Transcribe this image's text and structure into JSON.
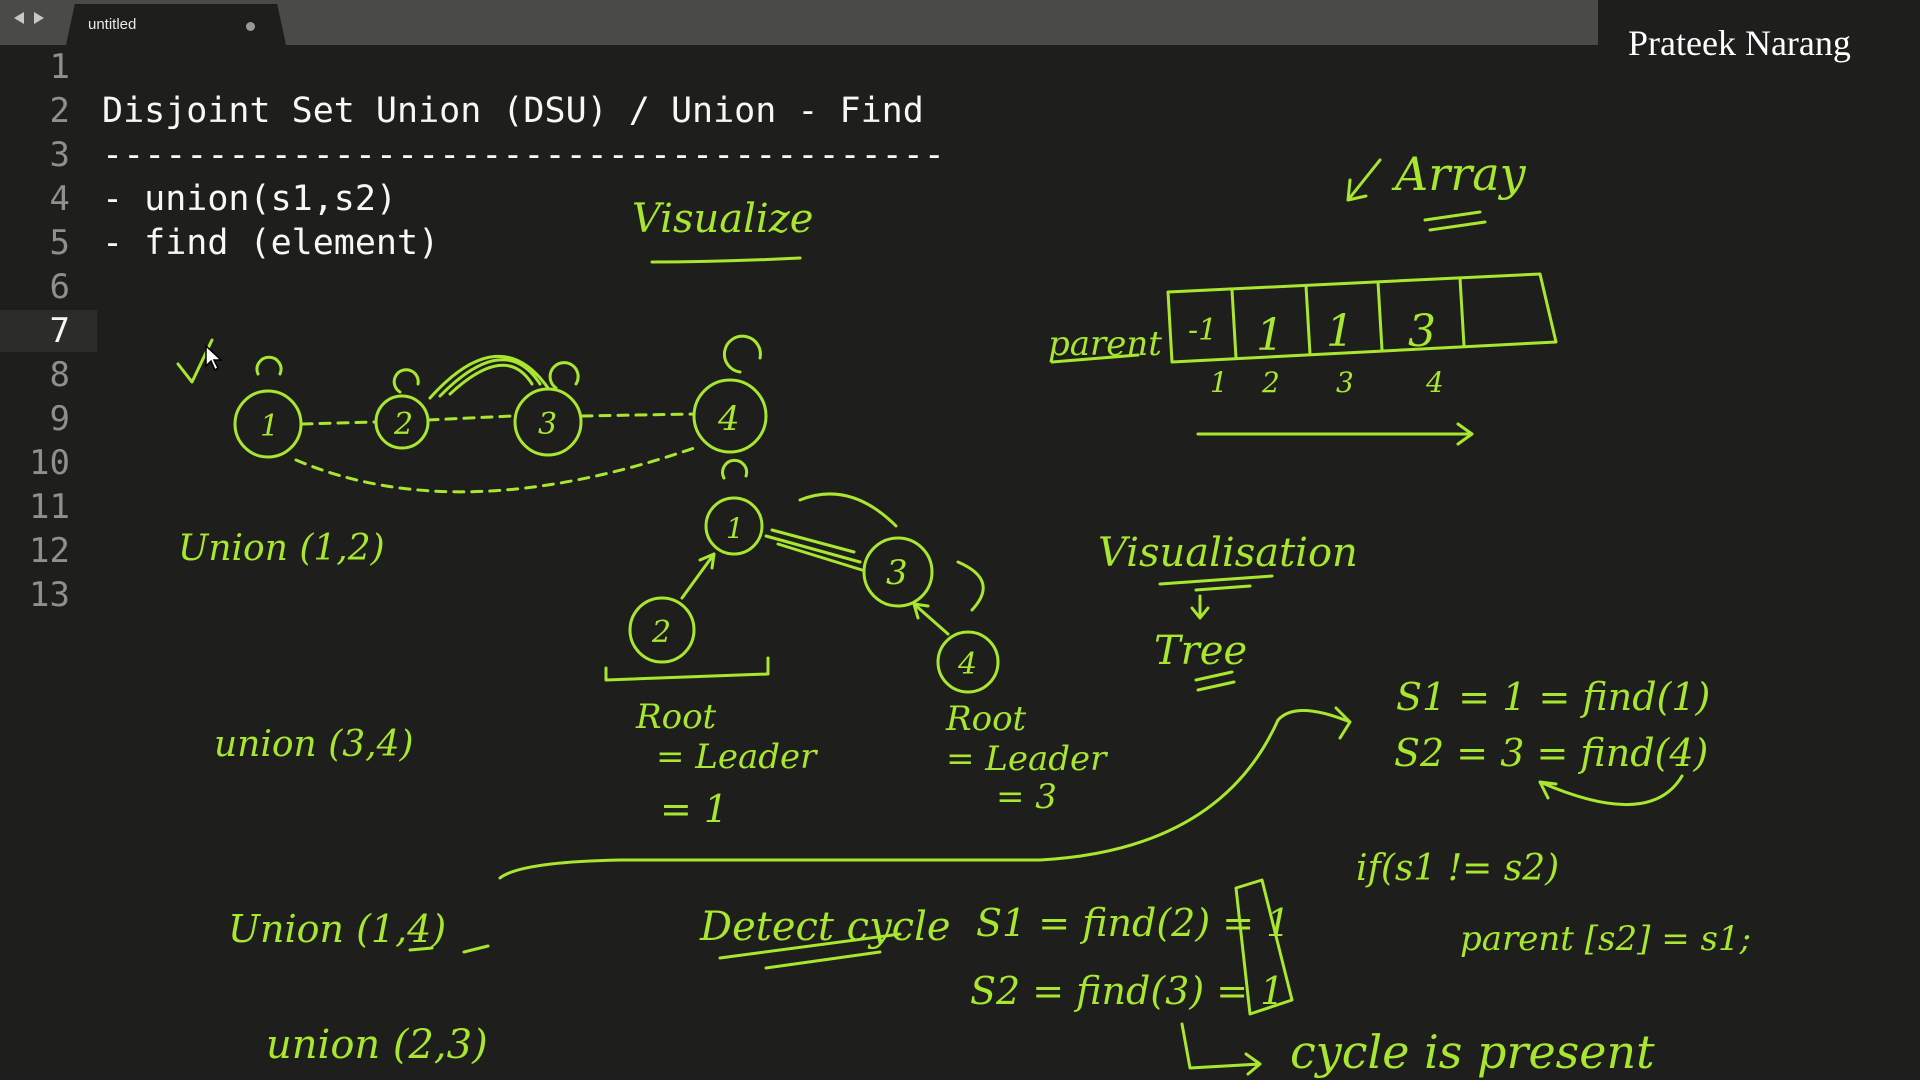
{
  "tab": {
    "title": "untitled"
  },
  "presenter": {
    "name": "Prateek Narang"
  },
  "editor": {
    "line_numbers": [
      "1",
      "2",
      "3",
      "4",
      "5",
      "6",
      "7",
      "8",
      "9",
      "10",
      "11",
      "12",
      "13"
    ],
    "lines": [
      "",
      "Disjoint Set Union (DSU) / Union - Find",
      "----------------------------------------",
      "- union(s1,s2)",
      "- find (element)",
      "",
      "",
      "",
      "",
      "",
      "",
      "",
      ""
    ]
  },
  "annotations": {
    "visualize": "Visualize",
    "array": "Array",
    "parent_label": "parent",
    "parent_values": [
      "-1",
      "1",
      "1",
      "3",
      ""
    ],
    "parent_indices": [
      "1",
      "2",
      "3",
      "4"
    ],
    "graph_nodes": [
      "1",
      "2",
      "3",
      "4"
    ],
    "tree_nodes": [
      "1",
      "2",
      "3",
      "4"
    ],
    "union_1_2": "Union (1,2)",
    "union_3_4": "union (3,4)",
    "union_1_4": "Union (1,4)",
    "union_2_3": "union (2,3)",
    "root_leader_1": [
      "Root",
      "= Leader",
      "= 1"
    ],
    "root_leader_3": [
      "Root",
      "= Leader",
      "= 3"
    ],
    "visualisation": "Visualisation",
    "tree": "Tree",
    "s1_find": "S1 = 1   = find(1)",
    "s2_find": "S2 = 3   = find(4)",
    "detect_cycle": "Detect cycle",
    "s1_find2": "S1 = find(2) = 1",
    "s2_find3": "S2 = find(3) = 1",
    "if_cond": "if(s1 != s2)",
    "parent_assign": "parent [s2] = s1;",
    "cycle_present": "cycle is present",
    "accent_color": "#a8e62f"
  }
}
